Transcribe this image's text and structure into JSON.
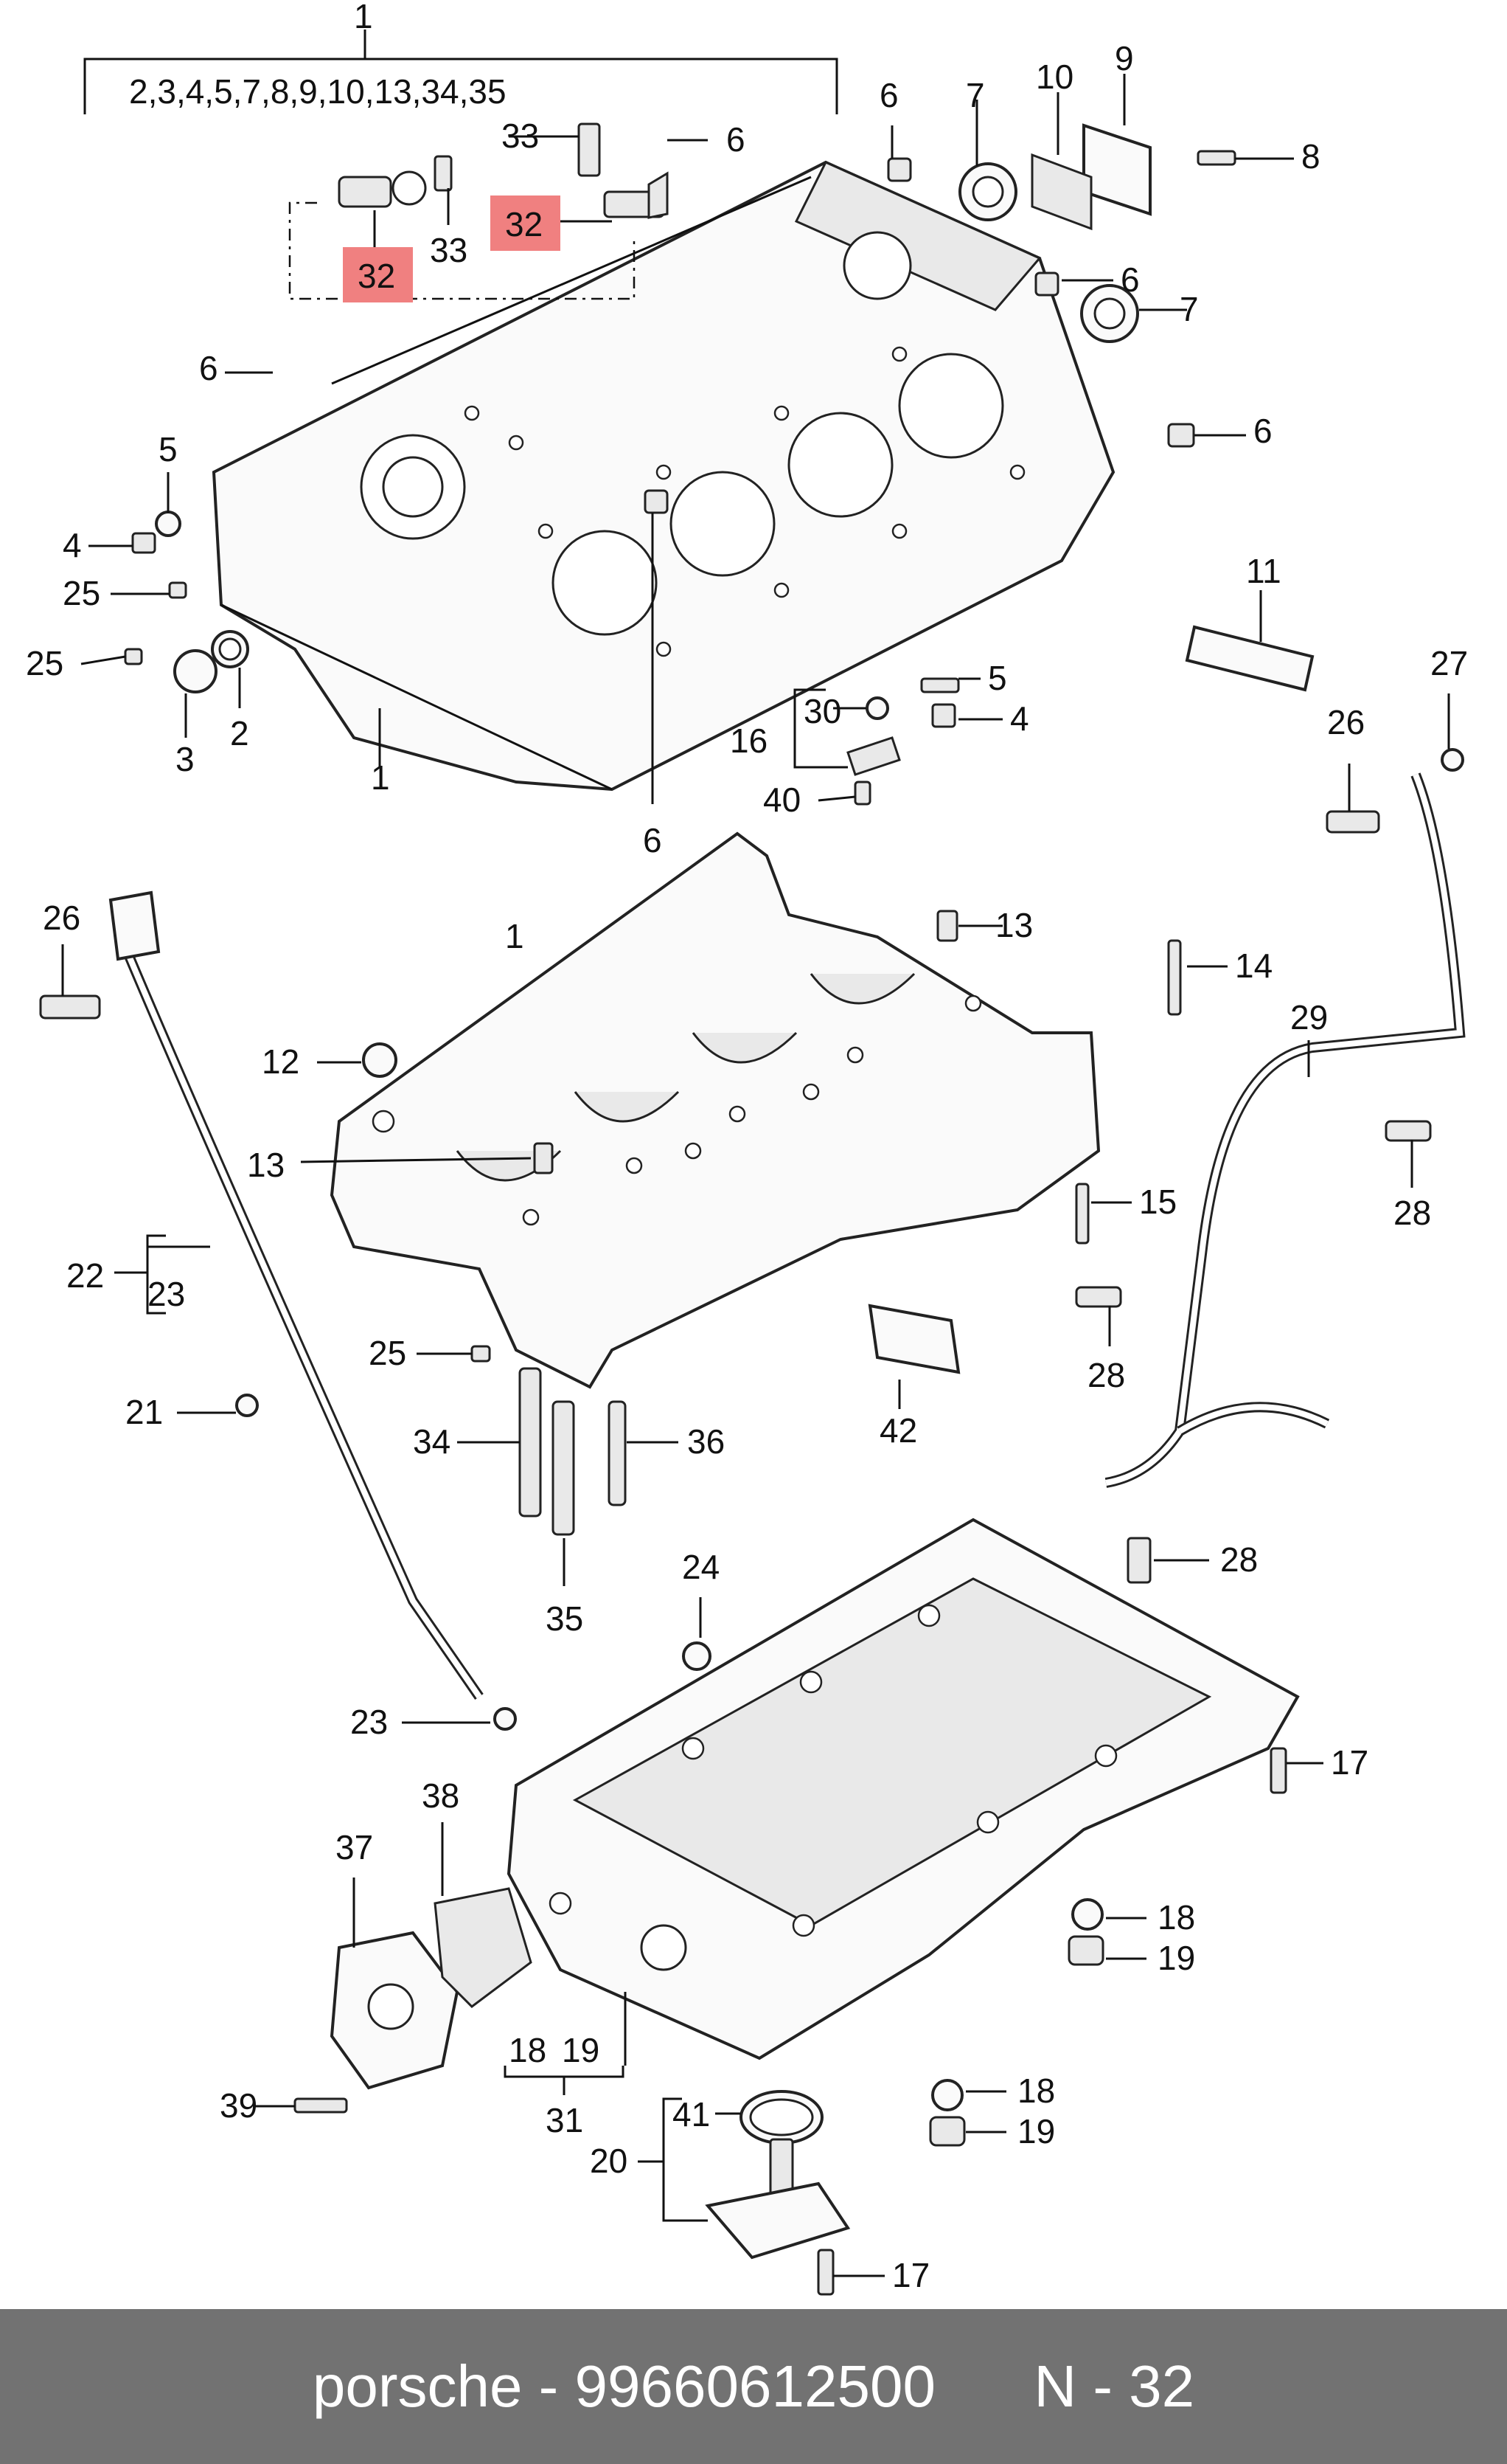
{
  "footer": {
    "brand": "porsche",
    "sep": " - ",
    "part_number": "99660612500",
    "ref": "N - 32"
  },
  "callouts": {
    "c1_top": "1",
    "c1_sub": "2,3,4,5,7,8,9,10,13,34,35",
    "c33a": "33",
    "c33b": "33",
    "c32a": "32",
    "c32b": "32",
    "c6a": "6",
    "c6b": "6",
    "c6c": "6",
    "c6d": "6",
    "c6e": "6",
    "c6f": "6",
    "c7a": "7",
    "c7b": "7",
    "c10": "10",
    "c9": "9",
    "c8": "8",
    "c5a": "5",
    "c5b": "5",
    "c4a": "4",
    "c4b": "4",
    "c25a": "25",
    "c25b": "25",
    "c25c": "25",
    "c3": "3",
    "c2": "2",
    "c1b": "1",
    "c1c": "1",
    "c11": "11",
    "c30": "30",
    "c16": "16",
    "c40": "40",
    "c27": "27",
    "c26a": "26",
    "c26b": "26",
    "c13a": "13",
    "c13b": "13",
    "c14": "14",
    "c29": "29",
    "c12": "12",
    "c28a": "28",
    "c28b": "28",
    "c28c": "28",
    "c15": "15",
    "c22": "22",
    "c23a": "23",
    "c23b": "23",
    "c21": "21",
    "c34": "34",
    "c36": "36",
    "c35": "35",
    "c42": "42",
    "c24": "24",
    "c17a": "17",
    "c17b": "17",
    "c38": "38",
    "c37": "37",
    "c18a": "18",
    "c18b": "18",
    "c18c": "18",
    "c19a": "19",
    "c19b": "19",
    "c19c": "19",
    "c31": "31",
    "c39": "39",
    "c41": "41",
    "c20": "20"
  },
  "colors": {
    "highlight": "#f08080",
    "footer_bg": "#727272",
    "footer_text": "#ffffff"
  }
}
